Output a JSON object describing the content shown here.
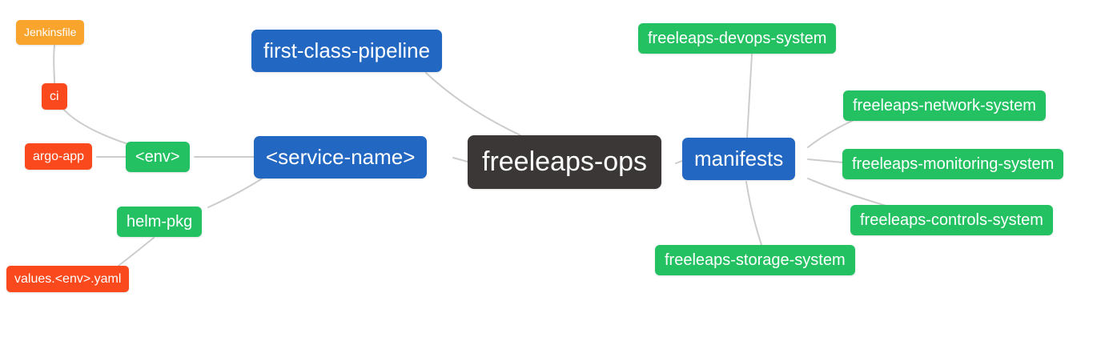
{
  "diagram": {
    "type": "mindmap",
    "root_id": "freeleaps_ops",
    "nodes": {
      "freeleaps_ops": {
        "label": "freeleaps-ops",
        "role": "root",
        "color": "#3B3737"
      },
      "first_class_pipeline": {
        "label": "first-class-pipeline",
        "role": "branch",
        "color": "#2267C2"
      },
      "service_name": {
        "label": "<service-name>",
        "role": "branch",
        "color": "#2267C2"
      },
      "manifests": {
        "label": "manifests",
        "role": "branch",
        "color": "#2267C2"
      },
      "env": {
        "label": "<env>",
        "role": "sub",
        "color": "#23C162"
      },
      "helm_pkg": {
        "label": "helm-pkg",
        "role": "sub",
        "color": "#23C162"
      },
      "ci": {
        "label": "ci",
        "role": "leaf",
        "color": "#FA4A1D"
      },
      "argo_app": {
        "label": "argo-app",
        "role": "leaf",
        "color": "#FA4A1D"
      },
      "jenkinsfile": {
        "label": "Jenkinsfile",
        "role": "leaf",
        "color": "#F9A42D"
      },
      "values_env_yaml": {
        "label": "values.<env>.yaml",
        "role": "leaf",
        "color": "#FA4A1D"
      },
      "devops_system": {
        "label": "freeleaps-devops-system",
        "role": "sub",
        "color": "#23C162"
      },
      "network_system": {
        "label": "freeleaps-network-system",
        "role": "sub",
        "color": "#23C162"
      },
      "monitoring_system": {
        "label": "freeleaps-monitoring-system",
        "role": "sub",
        "color": "#23C162"
      },
      "controls_system": {
        "label": "freeleaps-controls-system",
        "role": "sub",
        "color": "#23C162"
      },
      "storage_system": {
        "label": "freeleaps-storage-system",
        "role": "sub",
        "color": "#23C162"
      }
    },
    "edges": [
      {
        "from": "jenkinsfile",
        "to": "ci"
      },
      {
        "from": "ci",
        "to": "env"
      },
      {
        "from": "argo_app",
        "to": "env"
      },
      {
        "from": "env",
        "to": "service_name"
      },
      {
        "from": "service_name",
        "to": "helm_pkg"
      },
      {
        "from": "helm_pkg",
        "to": "values_env_yaml"
      },
      {
        "from": "first_class_pipeline",
        "to": "freeleaps_ops"
      },
      {
        "from": "service_name",
        "to": "freeleaps_ops"
      },
      {
        "from": "freeleaps_ops",
        "to": "manifests"
      },
      {
        "from": "manifests",
        "to": "devops_system"
      },
      {
        "from": "manifests",
        "to": "network_system"
      },
      {
        "from": "manifests",
        "to": "monitoring_system"
      },
      {
        "from": "manifests",
        "to": "controls_system"
      },
      {
        "from": "manifests",
        "to": "storage_system"
      }
    ],
    "palette": {
      "root_bg": "#3B3737",
      "branch_blue_bg": "#2267C2",
      "sub_green_bg": "#23C162",
      "leaf_red_bg": "#FA4A1D",
      "leaf_orange_bg": "#F9A42D",
      "edge_line": "#CCCCCC",
      "node_text": "#FFFFFF",
      "background": "#FFFFFF"
    }
  }
}
